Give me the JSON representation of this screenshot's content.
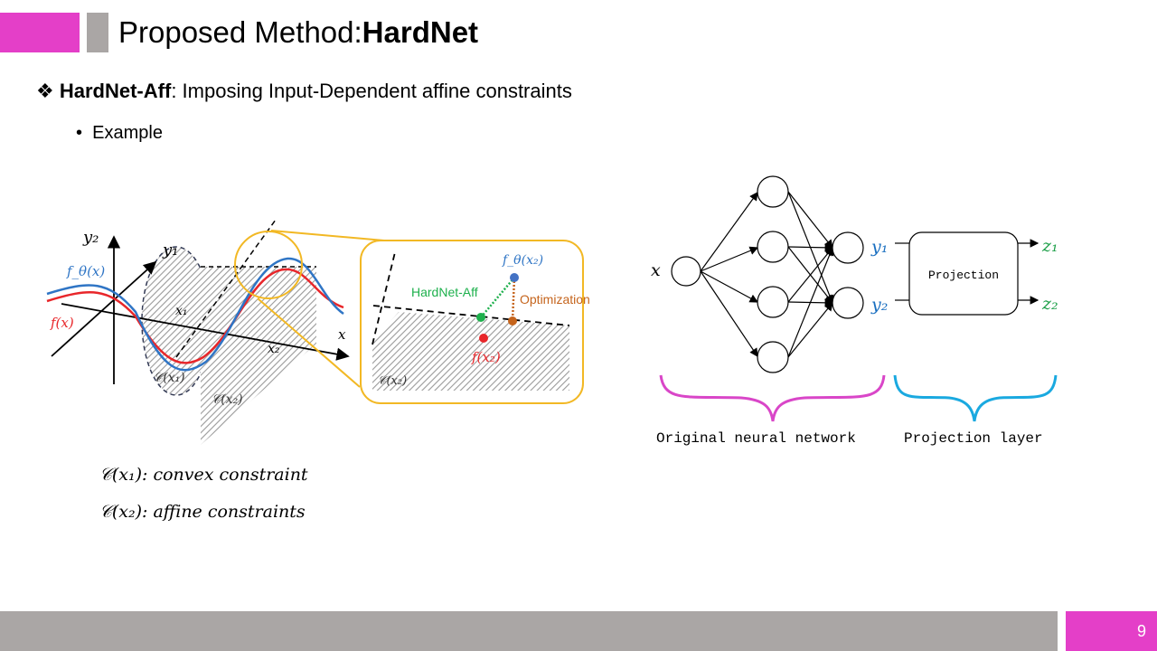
{
  "header": {
    "title_prefix": "Proposed Method:",
    "title_bold": "HardNet"
  },
  "bullet1": {
    "marker": "❖",
    "bold": "HardNet-Aff",
    "rest": ": Imposing Input-Dependent affine constraints"
  },
  "bullet2": {
    "marker": "•",
    "text": "Example"
  },
  "left_figure": {
    "y2": "y₂",
    "y1": "y₁",
    "f_theta_x": "f_θ(x)",
    "f_x": "f(x)",
    "x1": "x₁",
    "x2": "x₂",
    "x": "x",
    "c_x1": "𝒞(x₁)",
    "c_x2": "𝒞(x₂)",
    "zoom_f_theta": "f_θ(x₂)",
    "zoom_hardnet": "HardNet-Aff",
    "zoom_opt": "Optimization",
    "zoom_f": "f(x₂)",
    "zoom_c": "𝒞(x₂)",
    "colors": {
      "blue": "#2f75c5",
      "red": "#e8262a",
      "green": "#1db04c",
      "orange": "#c5641c",
      "gold": "#f2b824"
    }
  },
  "formulas": [
    "𝒞(x₁): convex constraint",
    "𝒞(x₂): affine constraints"
  ],
  "network": {
    "input": "x",
    "y1": "y₁",
    "y2": "y₂",
    "box": "Projection",
    "z1": "z₁",
    "z2": "z₂",
    "label_left": "Original neural network",
    "label_right": "Projection layer",
    "colors": {
      "y": "#1a6fc0",
      "z": "#1fa04a",
      "brace_left": "#d946c8",
      "brace_right": "#1aa9e0"
    }
  },
  "footer": {
    "page": "9"
  }
}
